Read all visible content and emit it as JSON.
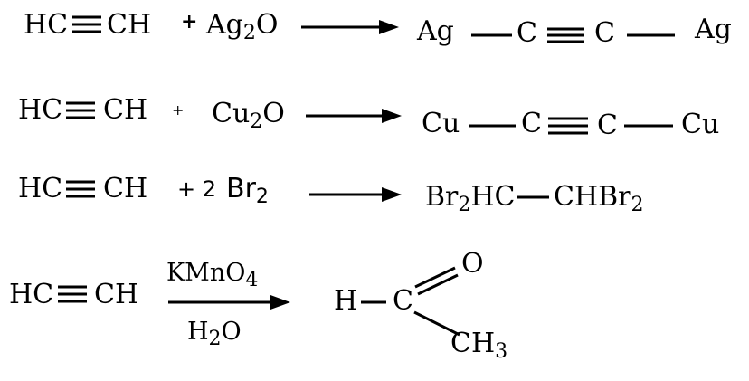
{
  "reactions": [
    {
      "id": "silver",
      "reactant_left": "HC",
      "reactant_right": "CH",
      "plus": "+",
      "reagent_main": "Ag",
      "reagent_sub": "2",
      "reagent_tail": "O",
      "product": [
        "Ag",
        "C",
        "C",
        "Ag"
      ]
    },
    {
      "id": "copper",
      "reactant_left": "HC",
      "reactant_right": "CH",
      "plus": "+",
      "reagent_main": "Cu",
      "reagent_sub": "2",
      "reagent_tail": "O",
      "product": [
        "Cu",
        "C",
        "C",
        "Cu"
      ]
    },
    {
      "id": "bromine",
      "reactant_left": "HC",
      "reactant_right": "CH",
      "plus": "+ 2",
      "reagent_main": "Br",
      "reagent_sub": "2",
      "product_left_main": "Br",
      "product_left_sub": "2",
      "product_left_tail": "HC",
      "product_right": "CHBr",
      "product_right_sub": "2"
    },
    {
      "id": "oxidation",
      "reactant_left": "HC",
      "reactant_right": "CH",
      "condition_top_main": "KMnO",
      "condition_top_sub": "4",
      "condition_bottom_main": "H",
      "condition_bottom_sub": "2",
      "condition_bottom_tail": "O",
      "product_h": "H",
      "product_c": "C",
      "product_o": "O",
      "product_ch": "CH",
      "product_ch_sub": "3"
    }
  ]
}
